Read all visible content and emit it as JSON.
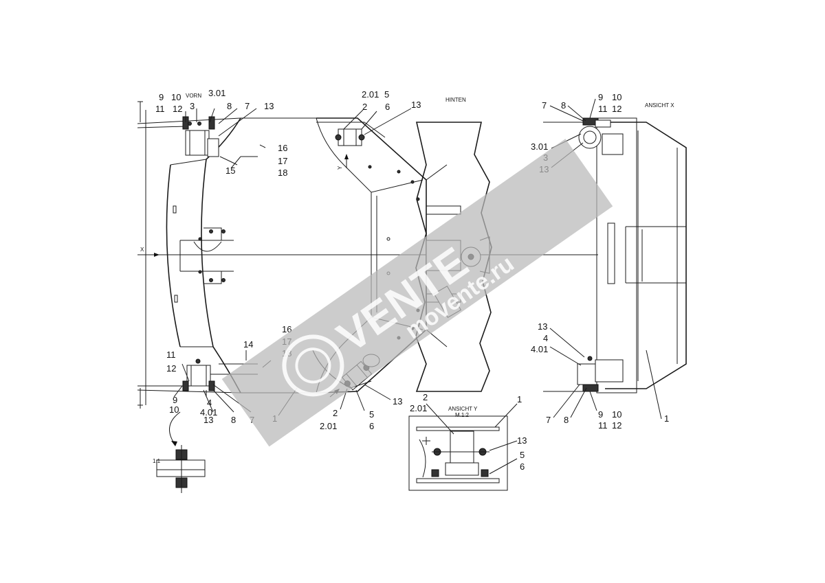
{
  "views": {
    "front": "VORN",
    "rear": "HINTEN",
    "view_x": "ANSICHT X",
    "view_y": "ANSICHT Y",
    "view_y_scale": "M.1:2",
    "detail_scale": "1:1",
    "arrow_x": "X",
    "arrow_y": "Y"
  },
  "callouts": {
    "tl_9": "9",
    "tl_10": "10",
    "tl_11": "11",
    "tl_12": "12",
    "tl_3": "3",
    "tl_301": "3.01",
    "tl_8": "8",
    "tl_7": "7",
    "tl_13": "13",
    "tl_16": "16",
    "tl_17": "17",
    "tl_18": "18",
    "tl_15": "15",
    "tc_201": "2.01",
    "tc_2": "2",
    "tc_5": "5",
    "tc_6": "6",
    "tc_13": "13",
    "bl_16": "16",
    "bl_17": "17",
    "bl_18": "18",
    "bl_14": "14",
    "bl_11": "11",
    "bl_12": "12",
    "bl_9": "9",
    "bl_10": "10",
    "bl_4": "4",
    "bl_401": "4.01",
    "bl_13": "13",
    "bl_8": "8",
    "bl_7": "7",
    "bl_1": "1",
    "bc_2": "2",
    "bc_201": "2.01",
    "bc_5": "5",
    "bc_6": "6",
    "bc_13": "13",
    "ry_2": "2",
    "ry_201": "2.01",
    "ry_1": "1",
    "ry_13": "13",
    "ry_5": "5",
    "ry_6": "6",
    "rx_7": "7",
    "rx_8": "8",
    "rx_9": "9",
    "rx_10": "10",
    "rx_11": "11",
    "rx_12": "12",
    "rx_301": "3.01",
    "rx_3": "3",
    "rx_13": "13",
    "rxb_13": "13",
    "rxb_4": "4",
    "rxb_401": "4.01",
    "rxb_7": "7",
    "rxb_8": "8",
    "rxb_9": "9",
    "rxb_10": "10",
    "rxb_11": "11",
    "rxb_12": "12",
    "rx_1": "1"
  },
  "watermark": {
    "brand": "VENTE",
    "site": "movente.ru"
  },
  "colors": {
    "line": "#1a1a1a",
    "watermark_band": "#b9b9b9",
    "watermark_text": "#ffffff"
  }
}
